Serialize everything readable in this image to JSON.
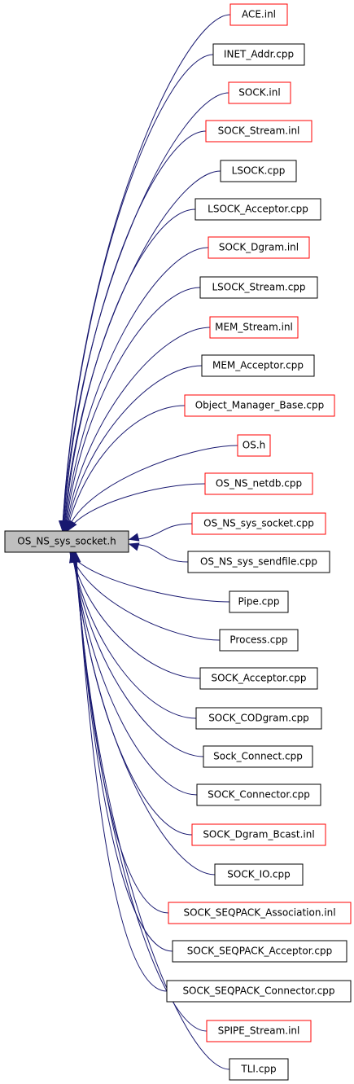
{
  "colors": {
    "edge": "#191970",
    "root_fill": "#bfbfbf",
    "node_fill": "#ffffff",
    "border_documented": "#000000",
    "border_undocumented": "#ff0000"
  },
  "root": {
    "label": "OS_NS_sys_socket.h"
  },
  "nodes": [
    {
      "label": "ACE.inl",
      "border": "red"
    },
    {
      "label": "INET_Addr.cpp",
      "border": "black"
    },
    {
      "label": "SOCK.inl",
      "border": "red"
    },
    {
      "label": "SOCK_Stream.inl",
      "border": "red"
    },
    {
      "label": "LSOCK.cpp",
      "border": "black"
    },
    {
      "label": "LSOCK_Acceptor.cpp",
      "border": "black"
    },
    {
      "label": "SOCK_Dgram.inl",
      "border": "red"
    },
    {
      "label": "LSOCK_Stream.cpp",
      "border": "black"
    },
    {
      "label": "MEM_Stream.inl",
      "border": "red"
    },
    {
      "label": "MEM_Acceptor.cpp",
      "border": "black"
    },
    {
      "label": "Object_Manager_Base.cpp",
      "border": "red"
    },
    {
      "label": "OS.h",
      "border": "red"
    },
    {
      "label": "OS_NS_netdb.cpp",
      "border": "red"
    },
    {
      "label": "OS_NS_sys_socket.cpp",
      "border": "red"
    },
    {
      "label": "OS_NS_sys_sendfile.cpp",
      "border": "black"
    },
    {
      "label": "Pipe.cpp",
      "border": "black"
    },
    {
      "label": "Process.cpp",
      "border": "black"
    },
    {
      "label": "SOCK_Acceptor.cpp",
      "border": "black"
    },
    {
      "label": "SOCK_CODgram.cpp",
      "border": "black"
    },
    {
      "label": "Sock_Connect.cpp",
      "border": "black"
    },
    {
      "label": "SOCK_Connector.cpp",
      "border": "black"
    },
    {
      "label": "SOCK_Dgram_Bcast.inl",
      "border": "red"
    },
    {
      "label": "SOCK_IO.cpp",
      "border": "black"
    },
    {
      "label": "SOCK_SEQPACK_Association.inl",
      "border": "red"
    },
    {
      "label": "SOCK_SEQPACK_Acceptor.cpp",
      "border": "black"
    },
    {
      "label": "SOCK_SEQPACK_Connector.cpp",
      "border": "black"
    },
    {
      "label": "SPIPE_Stream.inl",
      "border": "red"
    },
    {
      "label": "TLI.cpp",
      "border": "black"
    }
  ]
}
